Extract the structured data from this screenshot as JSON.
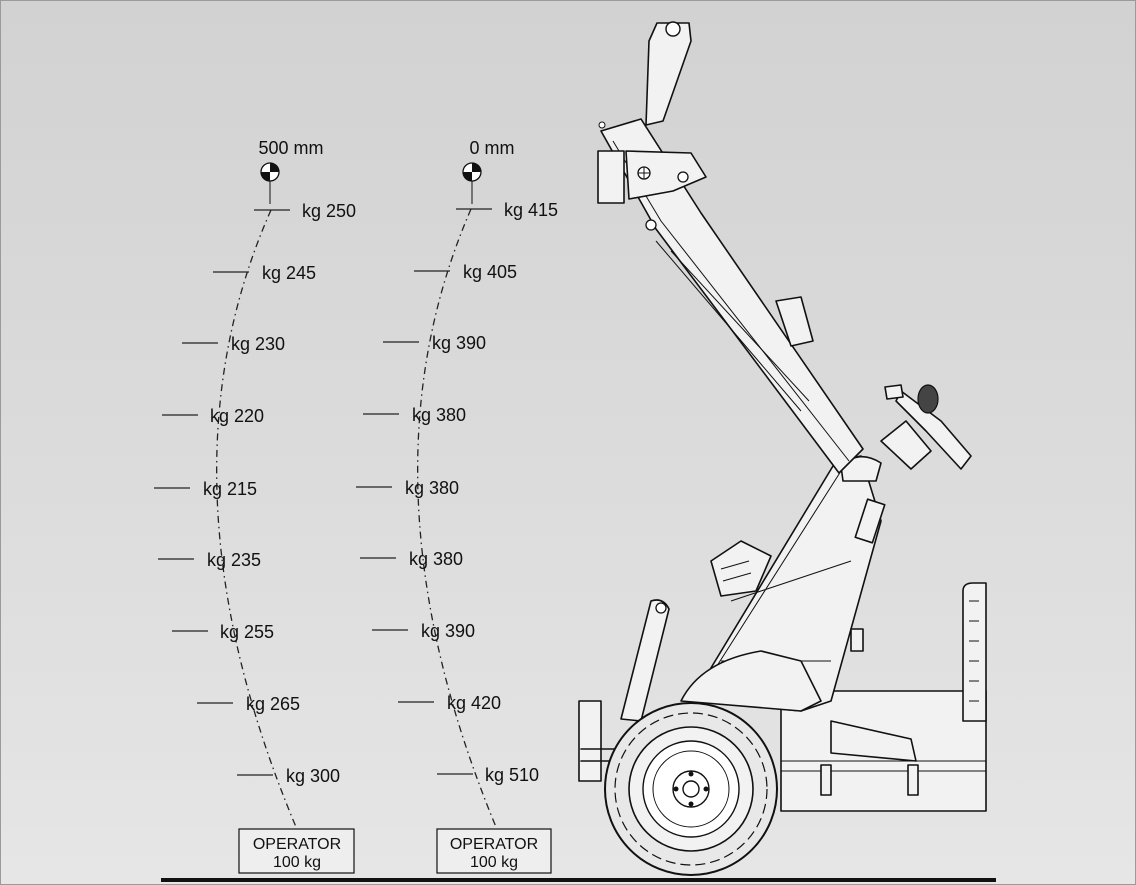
{
  "curves": [
    {
      "id": "left",
      "position_label": "500 mm",
      "loads": [
        "kg 250",
        "kg 245",
        "kg 230",
        "kg 220",
        "kg 215",
        "kg 235",
        "kg 255",
        "kg 265",
        "kg 300"
      ],
      "operator": {
        "line1": "OPERATOR",
        "line2": "100 kg"
      }
    },
    {
      "id": "right",
      "position_label": "0 mm",
      "loads": [
        "kg 415",
        "kg 405",
        "kg 390",
        "kg 380",
        "kg 380",
        "kg 380",
        "kg 390",
        "kg 420",
        "kg 510"
      ],
      "operator": {
        "line1": "OPERATOR",
        "line2": "100 kg"
      }
    }
  ]
}
